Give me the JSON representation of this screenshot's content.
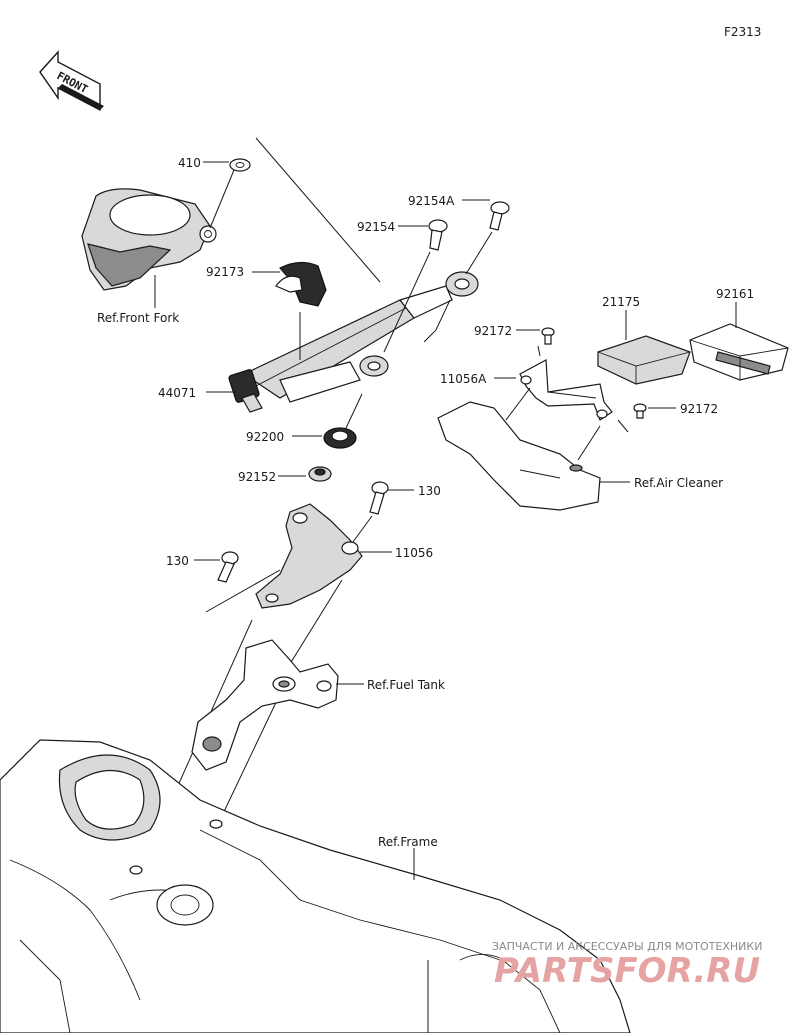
{
  "diagram": {
    "code": "F2313",
    "front_badge": "FRONT",
    "parts": [
      {
        "id": "410"
      },
      {
        "id": "92154A"
      },
      {
        "id": "92154"
      },
      {
        "id": "92173"
      },
      {
        "id": "92161"
      },
      {
        "id": "21175"
      },
      {
        "id": "92172"
      },
      {
        "id": "11056A"
      },
      {
        "id": "92172b",
        "label": "92172"
      },
      {
        "id": "44071"
      },
      {
        "id": "92200"
      },
      {
        "id": "92152"
      },
      {
        "id": "130a",
        "label": "130"
      },
      {
        "id": "130b",
        "label": "130"
      },
      {
        "id": "11056"
      }
    ],
    "refs": {
      "front_fork": "Ref.Front Fork",
      "air_cleaner": "Ref.Air Cleaner",
      "fuel_tank": "Ref.Fuel Tank",
      "frame": "Ref.Frame"
    }
  },
  "watermark": {
    "tagline": "ЗАПЧАСТИ И АКСЕССУАРЫ ДЛЯ МОТОТЕХНИКИ",
    "brand": "PARTSFOR.RU"
  }
}
